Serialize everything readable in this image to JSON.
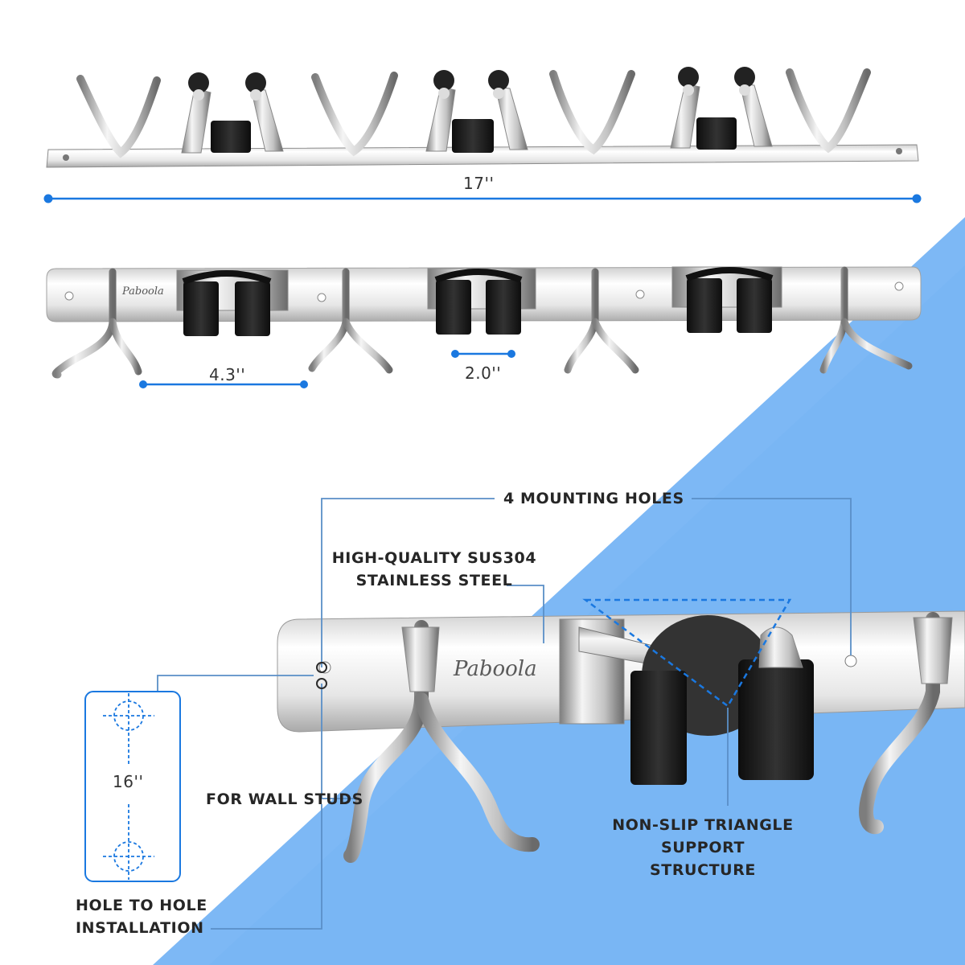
{
  "image": {
    "description_free": true,
    "brand_logo_text": "Paboola",
    "colors": {
      "background_white": "#ffffff",
      "background_blue": "#7db8f5",
      "dimension_line": "#1a78e0",
      "callout_line": "#5a8fc7",
      "steel_light": "#f2f2f2",
      "steel_mid": "#bdbdbd",
      "steel_dark": "#6e6e6e",
      "rubber_black": "#1a1a1a"
    }
  },
  "labels": {
    "overall_length": "17''",
    "hook_spacing": "4.3''",
    "clip_width": "2.0''",
    "stud_spacing": "16''",
    "mounting_holes": "4 MOUNTING HOLES",
    "material_line1": "HIGH-QUALITY SUS304",
    "material_line2": "STAINLESS STEEL",
    "wall_studs": "FOR WALL STUDS",
    "triangle_line1": "NON-SLIP TRIANGLE SUPPORT",
    "triangle_line2": "STRUCTURE",
    "install_line1": "HOLE TO HOLE",
    "install_line2": "INSTALLATION"
  }
}
